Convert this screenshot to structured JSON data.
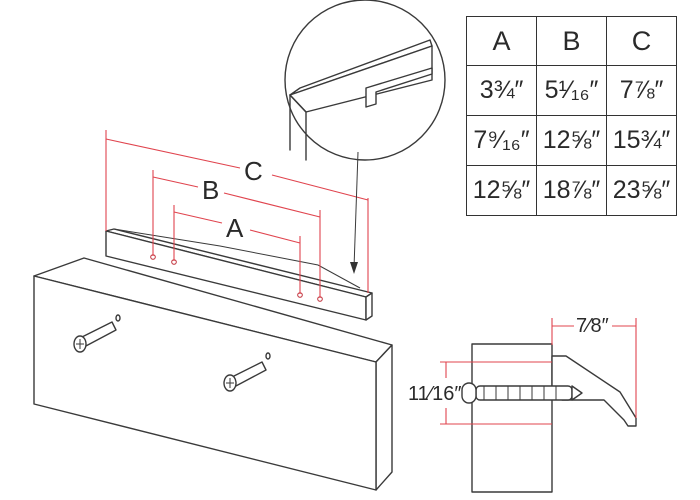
{
  "labels": {
    "dim_a": "A",
    "dim_b": "B",
    "dim_c": "C",
    "projection": "7⁄8″",
    "height": "11⁄16″"
  },
  "table": {
    "headers": [
      "A",
      "B",
      "C"
    ],
    "rows": [
      [
        "3¾″",
        "5¹⁄₁₆″",
        "7⅞″"
      ],
      [
        "7⁹⁄₁₆″",
        "12⅝″",
        "15¾″"
      ],
      [
        "12⅝″",
        "18⅞″",
        "23⅝″"
      ]
    ]
  },
  "colors": {
    "dimension_lines": "#e0444e",
    "outline": "#3a3a3a"
  }
}
